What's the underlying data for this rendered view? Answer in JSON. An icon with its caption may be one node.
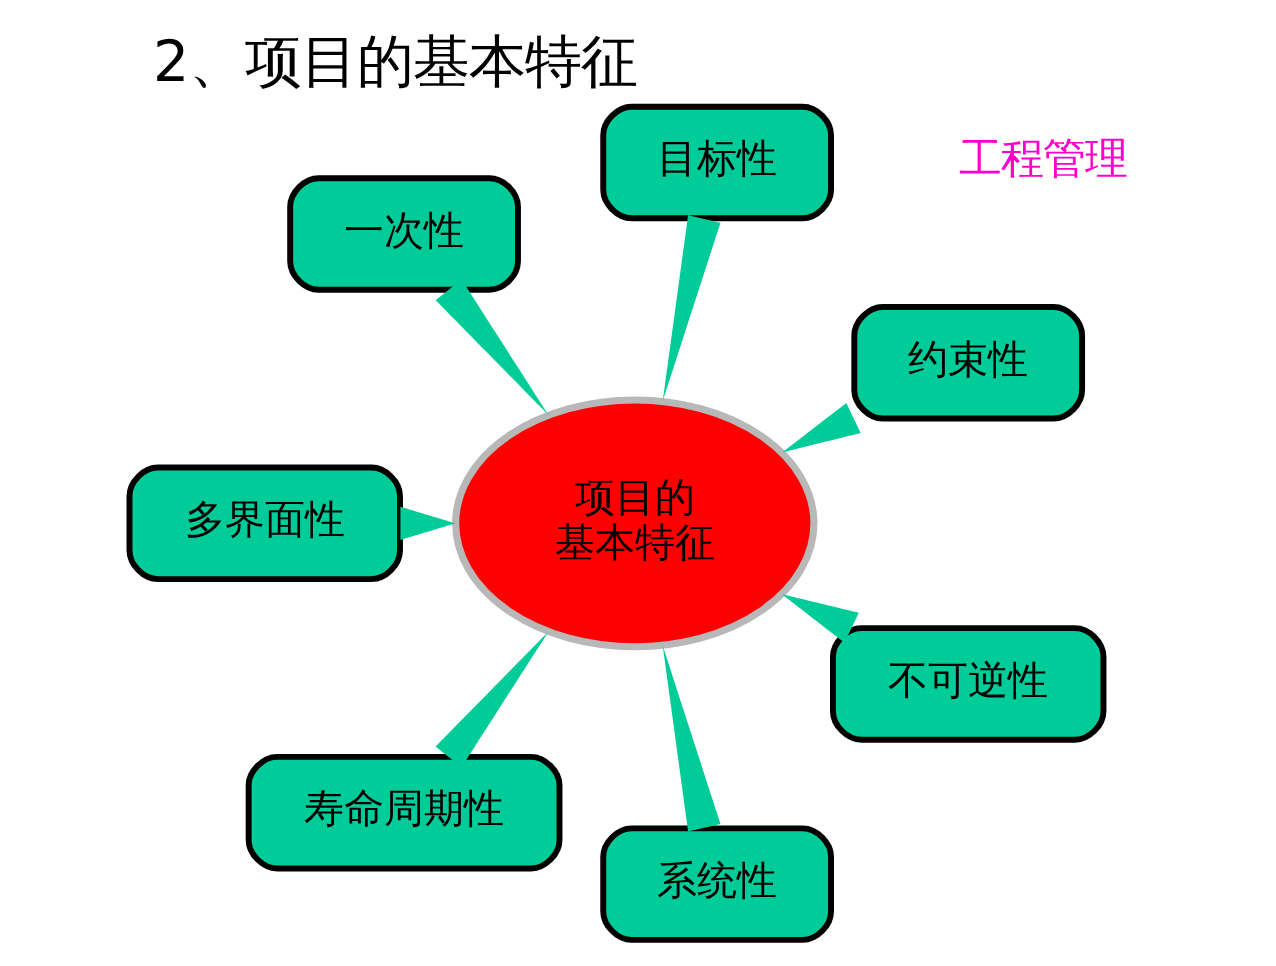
{
  "diagram": {
    "title": "2、项目的基本特征",
    "nodes": [
      {
        "text": [
          "一次性"
        ]
      },
      {
        "text": [
          "目标性"
        ]
      },
      {
        "text": [
          "约束性"
        ]
      },
      {
        "text": [
          "多界面性"
        ]
      },
      {
        "text": [
          "项目的基本特征"
        ]
      },
      {
        "text": [
          "不可逆性"
        ]
      },
      {
        "text": [
          "寿命周期性"
        ]
      },
      {
        "text": [
          "系统性"
        ]
      }
    ],
    "edges": [
      {
        "from": 0,
        "to": 4,
        "arrow": "none"
      },
      {
        "from": 1,
        "to": 4,
        "arrow": "none"
      },
      {
        "from": 2,
        "to": 4,
        "arrow": "none"
      },
      {
        "from": 3,
        "to": 4,
        "arrow": "none"
      },
      {
        "from": 5,
        "to": 4,
        "arrow": "none"
      },
      {
        "from": 6,
        "to": 4,
        "arrow": "none"
      },
      {
        "from": 7,
        "to": 4,
        "arrow": "none"
      }
    ],
    "labels": [
      "工程管理"
    ]
  }
}
